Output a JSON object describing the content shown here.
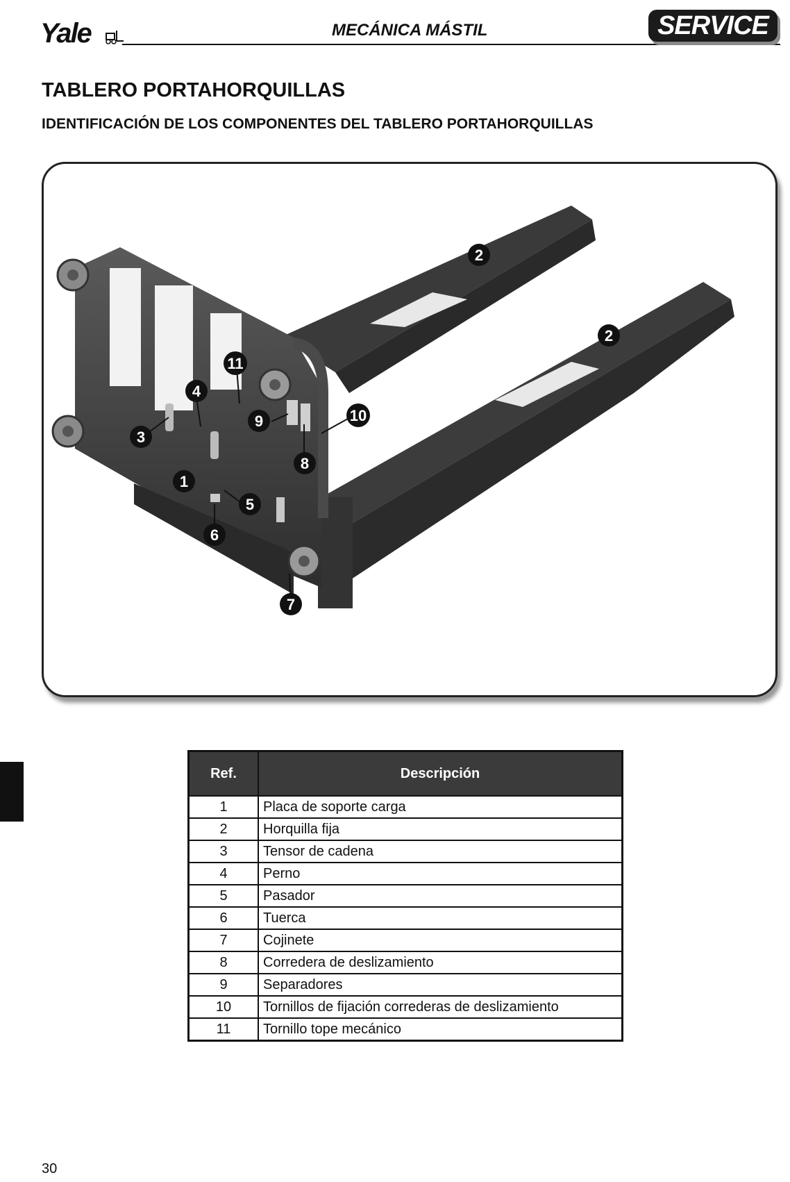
{
  "header": {
    "brand": "Yale",
    "section": "MECÁNICA MÁSTIL",
    "badge": "SERVICE"
  },
  "title": "TABLERO PORTAHORQUILLAS",
  "subtitle": "IDENTIFICACIÓN DE LOS COMPONENTES DEL TABLERO PORTAHORQUILLAS",
  "figure": {
    "callouts": [
      "1",
      "2",
      "2",
      "3",
      "4",
      "5",
      "6",
      "7",
      "8",
      "9",
      "10",
      "11"
    ]
  },
  "table": {
    "headers": [
      "Ref.",
      "Descripción"
    ],
    "rows": [
      {
        "ref": "1",
        "desc": "Placa de soporte carga"
      },
      {
        "ref": "2",
        "desc": "Horquilla fija"
      },
      {
        "ref": "3",
        "desc": "Tensor de cadena"
      },
      {
        "ref": "4",
        "desc": "Perno"
      },
      {
        "ref": "5",
        "desc": "Pasador"
      },
      {
        "ref": "6",
        "desc": "Tuerca"
      },
      {
        "ref": "7",
        "desc": "Cojinete"
      },
      {
        "ref": "8",
        "desc": "Corredera de deslizamiento"
      },
      {
        "ref": "9",
        "desc": "Separadores"
      },
      {
        "ref": "10",
        "desc": "Tornillos de fijación correderas de deslizamiento"
      },
      {
        "ref": "11",
        "desc": "Tornillo tope mecánico"
      }
    ]
  },
  "page_number": "30"
}
